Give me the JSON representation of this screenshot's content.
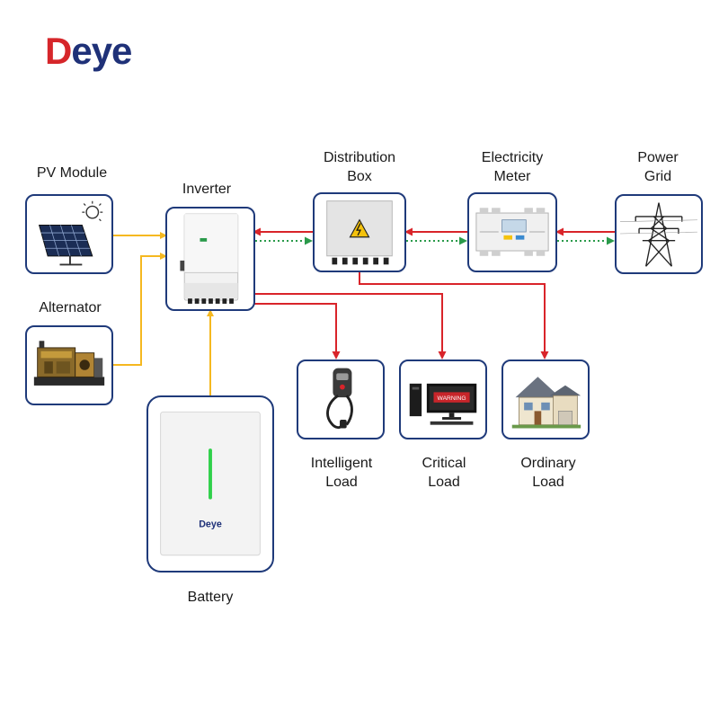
{
  "brand": {
    "logo_text": "eye",
    "logo_initial": "D",
    "battery_brand": "Deye"
  },
  "labels": {
    "pv_module": "PV Module",
    "alternator": "Alternator",
    "inverter": "Inverter",
    "distribution_box": "Distribution\nBox",
    "electricity_meter": "Electricity\nMeter",
    "power_grid": "Power\nGrid",
    "intelligent_load": "Intelligent\nLoad",
    "critical_load": "Critical\nLoad",
    "ordinary_load": "Ordinary\nLoad",
    "battery": "Battery",
    "monitor_text": "WARNING"
  },
  "colors": {
    "box_border": "#1f3a7a",
    "dc_flow": "#f5b820",
    "ac_flow": "#d9242a",
    "feed_flow": "#2a9a4a",
    "brand": "#1f3178"
  },
  "icons": {
    "pv_module": "solar-panel-icon",
    "alternator": "generator-icon",
    "inverter": "inverter-icon",
    "distribution_box": "distribution-box-icon",
    "electricity_meter": "energy-meter-icon",
    "power_grid": "transmission-tower-icon",
    "intelligent_load": "ev-charger-icon",
    "critical_load": "computer-icon",
    "ordinary_load": "house-icon",
    "battery": "battery-pack-icon"
  }
}
